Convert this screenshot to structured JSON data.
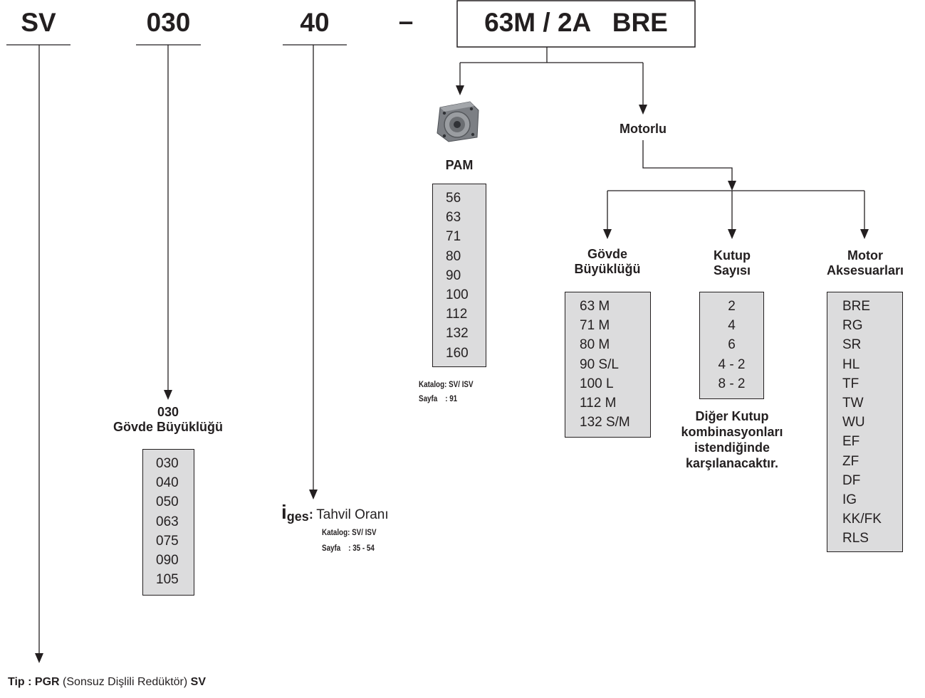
{
  "header": {
    "seg1": "SV",
    "seg2": "030",
    "seg3": "40",
    "dash": "–",
    "seg4": "63M / 2A   BRE"
  },
  "pam": {
    "title": "PAM",
    "items": [
      "56",
      "63",
      "71",
      "80",
      "90",
      "100",
      "112",
      "132",
      "160"
    ],
    "catalog": "Katalog: SV/ ISV",
    "page": "Sayfa    : 91",
    "image_icon": "motor-flange-image"
  },
  "motorlu": {
    "title": "Motorlu"
  },
  "govde_motor": {
    "title_line1": "Gövde",
    "title_line2": "Büyüklüğü",
    "items": [
      "63 M",
      "71 M",
      "80 M",
      "90 S/L",
      "100 L",
      "112 M",
      "132 S/M"
    ]
  },
  "kutup": {
    "title_line1": "Kutup",
    "title_line2": "Sayısı",
    "items": [
      "2",
      "4",
      "6",
      "4 - 2",
      "8 - 2"
    ],
    "note_line1": "Diğer Kutup",
    "note_line2": "kombinasyonları",
    "note_line3": "istendiğinde",
    "note_line4": "karşılanacaktır."
  },
  "aksesuar": {
    "title_line1": "Motor",
    "title_line2": "Aksesuarları",
    "items": [
      "BRE",
      "RG",
      "SR",
      "HL",
      "TF",
      "TW",
      "WU",
      "EF",
      "ZF",
      "DF",
      "IG",
      "KK/FK",
      "RLS"
    ]
  },
  "govde_reducer": {
    "title_line1": "030",
    "title_line2": "Gövde Büyüklüğü",
    "items": [
      "030",
      "040",
      "050",
      "063",
      "075",
      "090",
      "105"
    ]
  },
  "ratio": {
    "symbol": "i",
    "subscript": "ges",
    "colon": ":",
    "label": "Tahvil Oranı",
    "catalog": "Katalog: SV/ ISV",
    "page": "Sayfa    : 35 - 54"
  },
  "tip": {
    "prefix": "Tip : ",
    "code": "PGR",
    "desc": " (Sonsuz Dişlili Redüktör) ",
    "suffix": "SV"
  }
}
